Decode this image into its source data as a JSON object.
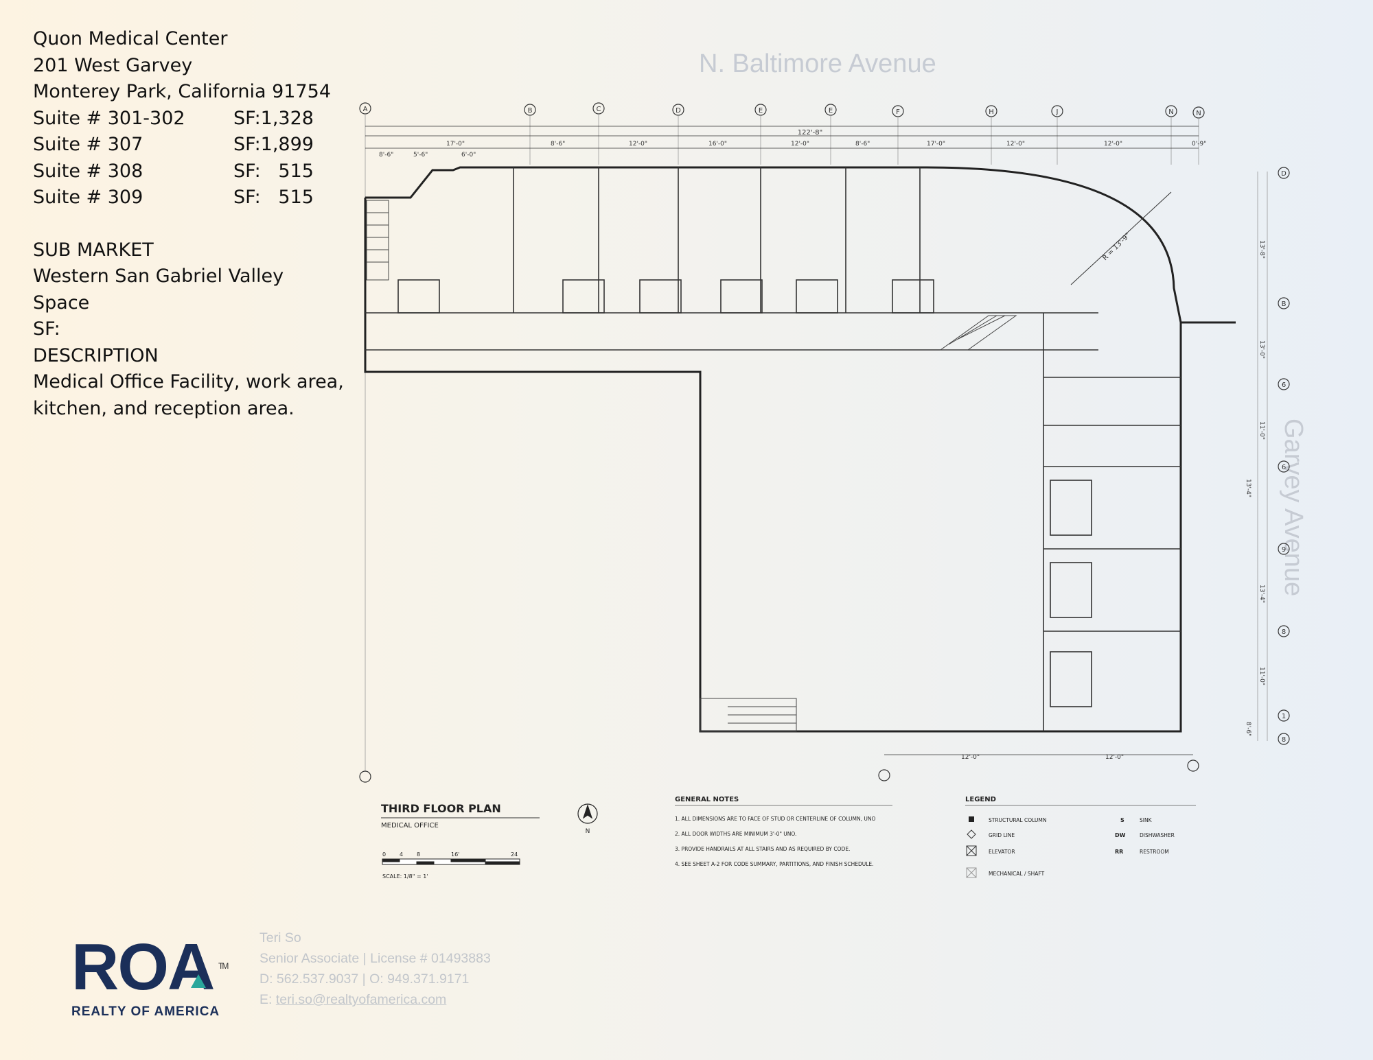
{
  "property": {
    "name": "Quon Medical Center",
    "address_line1": "201 West Garvey",
    "address_line2": "Monterey Park, California 91754",
    "suites": [
      {
        "label": "Suite # 301-302",
        "sf": "SF:1,328"
      },
      {
        "label": "Suite # 307",
        "sf": "SF:1,899"
      },
      {
        "label": "Suite # 308",
        "sf": "SF:   515"
      },
      {
        "label": "Suite # 309",
        "sf": "SF:   515"
      }
    ],
    "sub_market_heading": "SUB MARKET",
    "sub_market": "Western San Gabriel Valley",
    "space_heading": "Space",
    "sf_heading": "SF:",
    "description_heading": "DESCRIPTION",
    "description_line1": "Medical Office Facility, work area,",
    "description_line2": "kitchen, and reception area."
  },
  "streets": {
    "top": "N. Baltimore Avenue",
    "right": "Garvey Avenue"
  },
  "floor_plan": {
    "title": "THIRD FLOOR PLAN",
    "subtitle": "MEDICAL OFFICE",
    "scale_label": "SCALE: 1/8\" = 1'",
    "scale_ticks": [
      "0",
      "4",
      "8",
      "16'",
      "24"
    ],
    "north_label": "N",
    "overall_dimension": "122'-8\"",
    "top_dimensions": [
      "8'-6\"",
      "5'-6\"",
      "17'-0\"",
      "6'-0\"",
      "8'-6\"",
      "12'-0\"",
      "16'-0\"",
      "12'-0\"",
      "8'-6\"",
      "17'-0\"",
      "12'-0\"",
      "12'-0\"",
      "0'-9\""
    ],
    "bottom_dimensions": [
      "12'-0\"",
      "12'-0\""
    ],
    "right_dimensions": [
      "13'-8\"",
      "13'-0\"",
      "11'-0\"",
      "13'-4\"",
      "13'-4\"",
      "11'-0\"",
      "8'-6\""
    ],
    "radius_label": "R = 13'-9\"",
    "top_grid": [
      "A",
      "B",
      "C",
      "D",
      "E",
      "E",
      "F",
      "H",
      "J",
      "N",
      "N"
    ],
    "right_grid": [
      "D",
      "B",
      "6",
      "6",
      "9",
      "8",
      "1",
      "8"
    ],
    "general_notes_title": "GENERAL NOTES",
    "general_notes": [
      "1.  ALL DIMENSIONS ARE TO FACE OF STUD OR CENTERLINE OF COLUMN, UNO",
      "2.  ALL DOOR WIDTHS ARE MINIMUM 3'-0\" UNO.",
      "3.  PROVIDE HANDRAILS AT ALL STAIRS AND AS REQUIRED BY CODE.",
      "4.  SEE SHEET A-2 FOR CODE SUMMARY, PARTITIONS, AND FINISH SCHEDULE."
    ],
    "legend_title": "LEGEND",
    "legend_left": [
      "STRUCTURAL COLUMN",
      "GRID LINE",
      "ELEVATOR",
      "MECHANICAL / SHAFT"
    ],
    "legend_right": [
      {
        "key": "S",
        "label": "SINK"
      },
      {
        "key": "DW",
        "label": "DISHWASHER"
      },
      {
        "key": "RR",
        "label": "RESTROOM"
      }
    ]
  },
  "brand": {
    "logo_text": "ROA",
    "trademark": "TM",
    "tagline": "REALTY OF AMERICA",
    "accent_color": "#2aa79b",
    "navy_color": "#1b2f59"
  },
  "contact": {
    "name": "Teri So",
    "title": "Senior Associate | License # 01493883",
    "phones": "D: 562.537.9037 | O: 949.371.9171",
    "email_prefix": "E: ",
    "email": "teri.so@realtyofamerica.com"
  }
}
